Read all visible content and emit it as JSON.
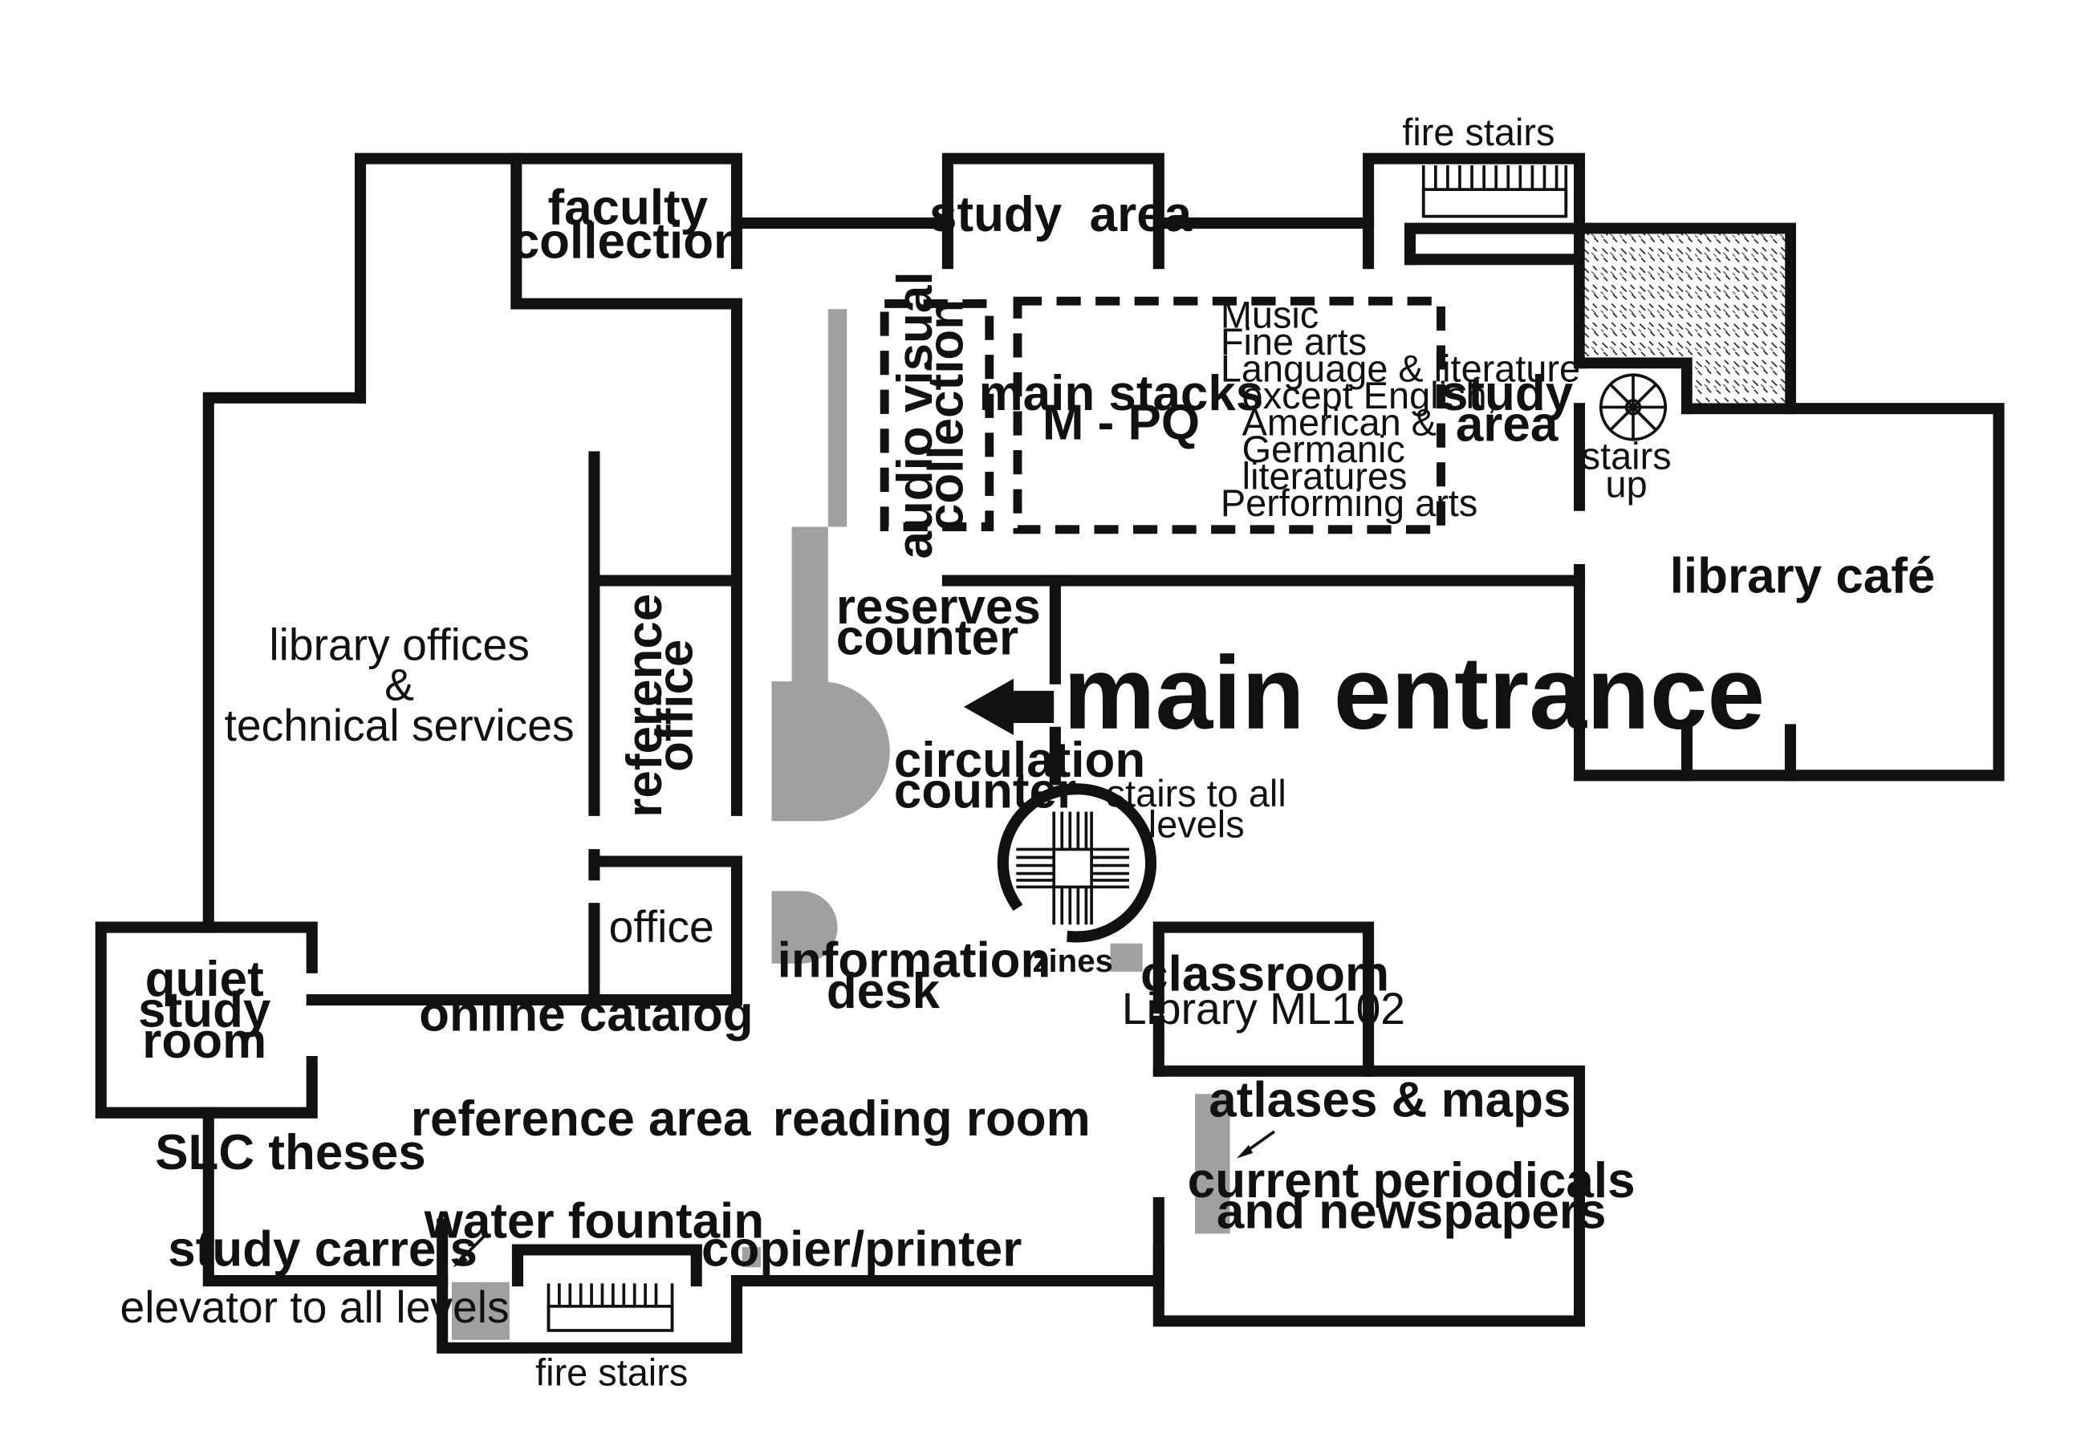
{
  "rooms": {
    "faculty_collection": [
      "faculty",
      "collection"
    ],
    "study_area_top": "study  area",
    "fire_stairs_top": "fire stairs",
    "audio_visual": [
      "audio visual",
      "collection"
    ],
    "main_stacks": [
      "main stacks",
      "M - PQ"
    ],
    "stacks_subjects": [
      "Music",
      "Fine arts",
      "Language & literature",
      "except English,",
      "American &",
      "Germanic",
      "literatures",
      "Performing arts"
    ],
    "study_area_right": [
      "study",
      "area"
    ],
    "stairs_up": [
      "stairs",
      "up"
    ],
    "library_cafe": "library café",
    "library_offices": [
      "library offices",
      "&",
      "technical services"
    ],
    "reference_office": [
      "reference",
      "office"
    ],
    "reserves_counter": [
      "reserves",
      "counter"
    ],
    "main_entrance": "main entrance",
    "circulation_counter": [
      "circulation",
      "counter"
    ],
    "stairs_all_levels": [
      "stairs to all",
      "levels"
    ],
    "office": "office",
    "information_desk": [
      "information",
      "desk"
    ],
    "zines": "zines",
    "classroom": [
      "classroom",
      "Library ML102"
    ],
    "quiet_study_room": [
      "quiet",
      "study",
      "room"
    ],
    "online_catalog": "online catalog",
    "reference_area": "reference area",
    "reading_room": "reading room",
    "atlases_maps": "atlases & maps",
    "current_periodicals": [
      "current periodicals",
      "and newspapers"
    ],
    "slc_theses": "SLC theses",
    "water_fountain": "water fountain",
    "study_carrels": "study carrels",
    "copier_printer": "copier/printer",
    "elevator": "elevator to all levels",
    "fire_stairs_bottom": "fire stairs"
  },
  "colors": {
    "wall": "#111111",
    "fixture_gray": "#a0a0a0",
    "background": "#ffffff"
  }
}
